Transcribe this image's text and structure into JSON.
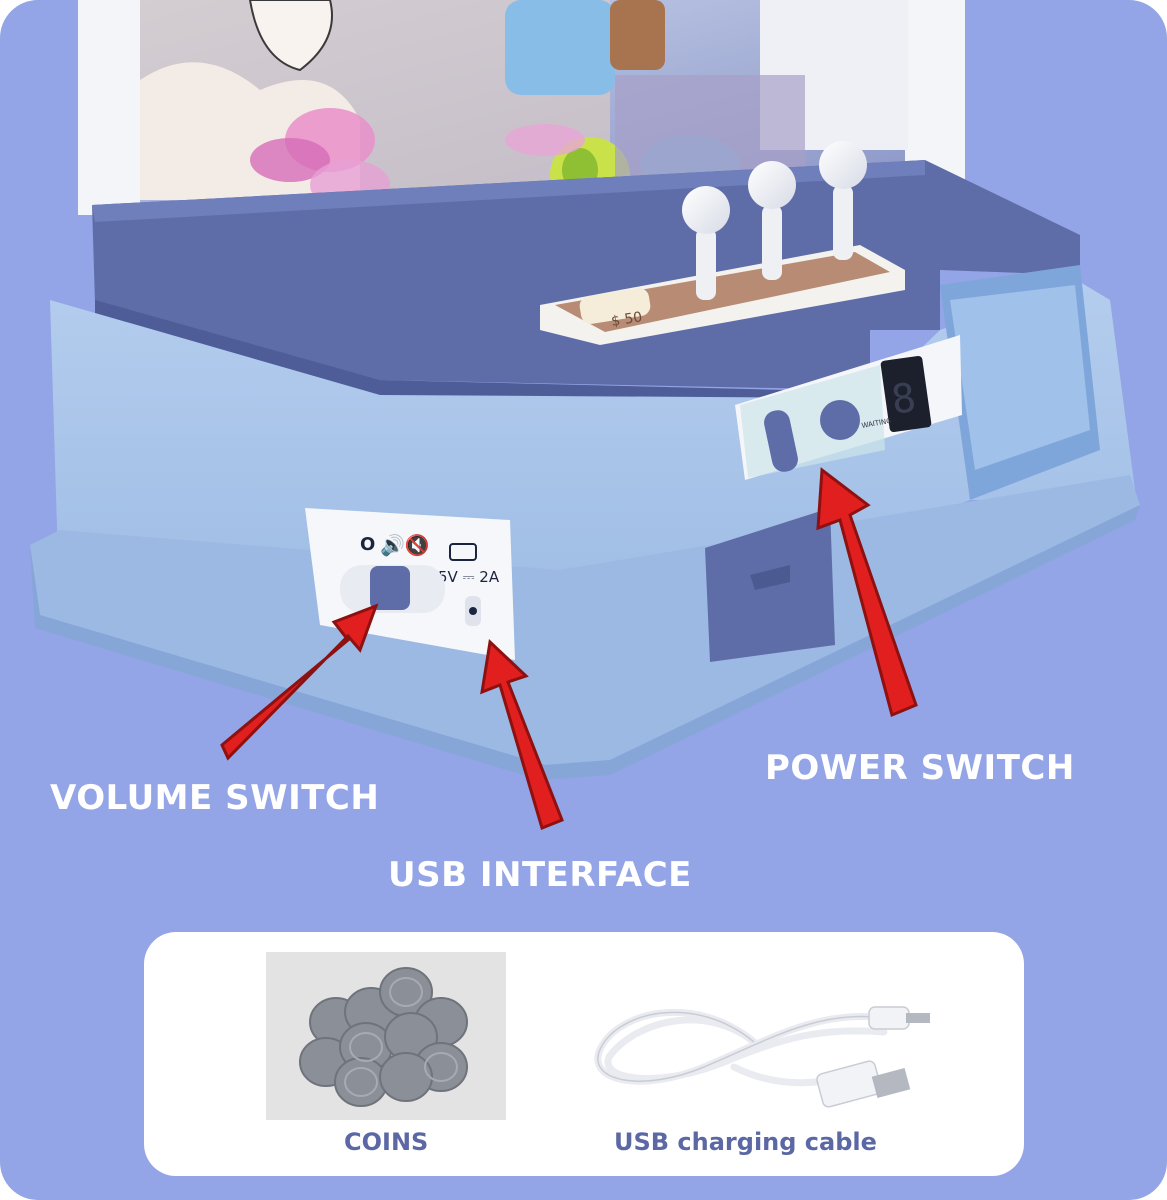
{
  "callouts": {
    "volume_switch": "VOLUME SWITCH",
    "usb_interface": "USB INTERFACE",
    "power_switch": "POWER SWITCH"
  },
  "panel": {
    "icon_off": "O",
    "power_spec": "5V ⎓ 2A",
    "timer_label": "WAITING",
    "coin_slot": "$ 50"
  },
  "accessories": {
    "coins_label": "COINS",
    "cable_label": "USB charging cable"
  },
  "colors": {
    "background": "#93a4e7",
    "machine_blue": "#a9c5ea",
    "machine_navy": "#5e6da8",
    "arrow_red": "#e11f1f",
    "caption": "#5b68a4"
  }
}
